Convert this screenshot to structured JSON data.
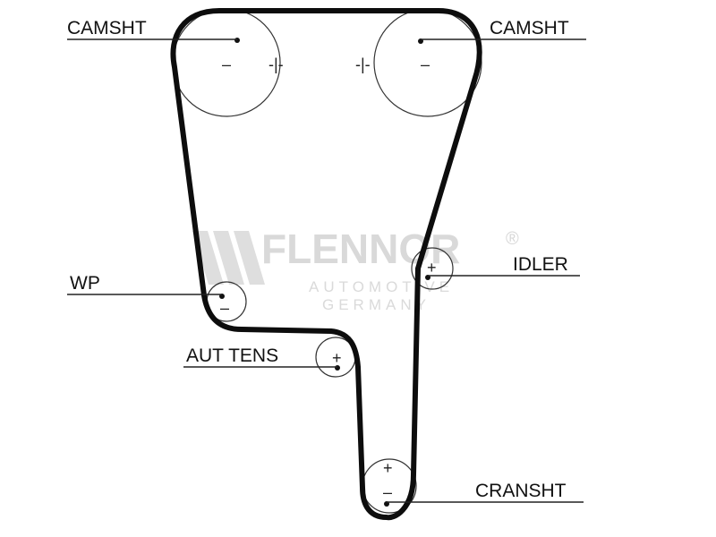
{
  "labels": {
    "camshaft_left": "CAMSHT",
    "camshaft_right": "CAMSHT",
    "water_pump": "WP",
    "idler": "IDLER",
    "auto_tensioner": "AUT TENS",
    "crankshaft": "CRANSHT"
  },
  "watermark": {
    "brand": "FLENNOR",
    "registered": "®",
    "line1": "AUTOMOTIVE",
    "line2": "GERMANY"
  },
  "marks": {
    "plus": "+",
    "minus": "–",
    "gap": "-|-"
  },
  "colors": {
    "belt": "#0d0d0d",
    "line": "#222222",
    "watermark": "#d9d9d9"
  }
}
